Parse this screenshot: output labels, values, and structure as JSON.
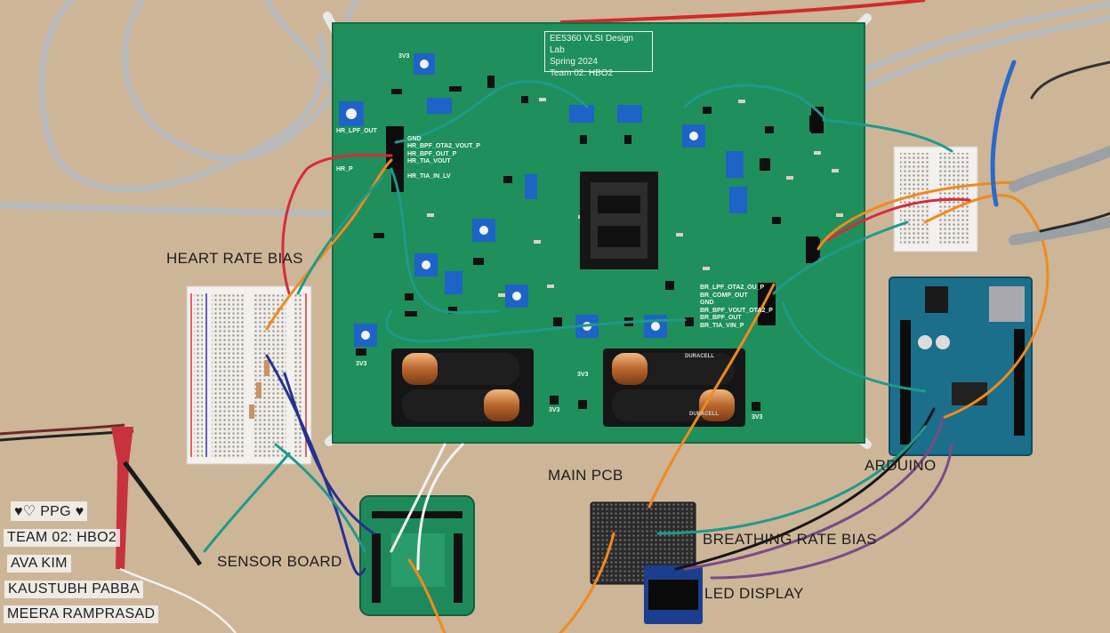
{
  "pcb": {
    "course_title": "EE5360 VLSI Design Lab",
    "semester": "Spring 2024",
    "team": "Team 02: HBO2",
    "signals_left": [
      "HR_LPF_OUT",
      "GND",
      "HR_BPF_OTA2_VOUT_P",
      "HR_BPF_OUT_P",
      "HR_TIA_VOUT",
      "HR_P",
      "HR_TIA_IN_LV"
    ],
    "signals_right": [
      "BR_LPF_OTA2_OU_P",
      "BR_COMP_OUT",
      "GND",
      "BR_BPF_VOUT_OTA2_P",
      "BR_BPF_OUT",
      "BR_TIA_VIN_P"
    ],
    "label_3v3": "3V3",
    "battery_brand": "DURACELL"
  },
  "labels": {
    "heart_rate_bias": "HEART RATE BIAS",
    "main_pcb": "MAIN PCB",
    "arduino": "ARDUINO",
    "breathing_rate_bias": "BREATHING RATE BIAS",
    "led_display": "LED DISPLAY",
    "sensor_board": "SENSOR BOARD"
  },
  "team_card": {
    "title": "PPG",
    "team": "TEAM 02: HBO2",
    "members": [
      "AVA KIM",
      "KAUSTUBH PABBA",
      "MEERA RAMPRASAD"
    ]
  },
  "colors": {
    "board": "#cdb598",
    "pcb": "#1f8f5c",
    "pot": "#1e63c6",
    "wire_red": "#d62b3c",
    "wire_orange": "#f08a1f",
    "wire_teal": "#1f9a8a",
    "wire_navy": "#25338f",
    "wire_purple": "#7a4b86"
  }
}
